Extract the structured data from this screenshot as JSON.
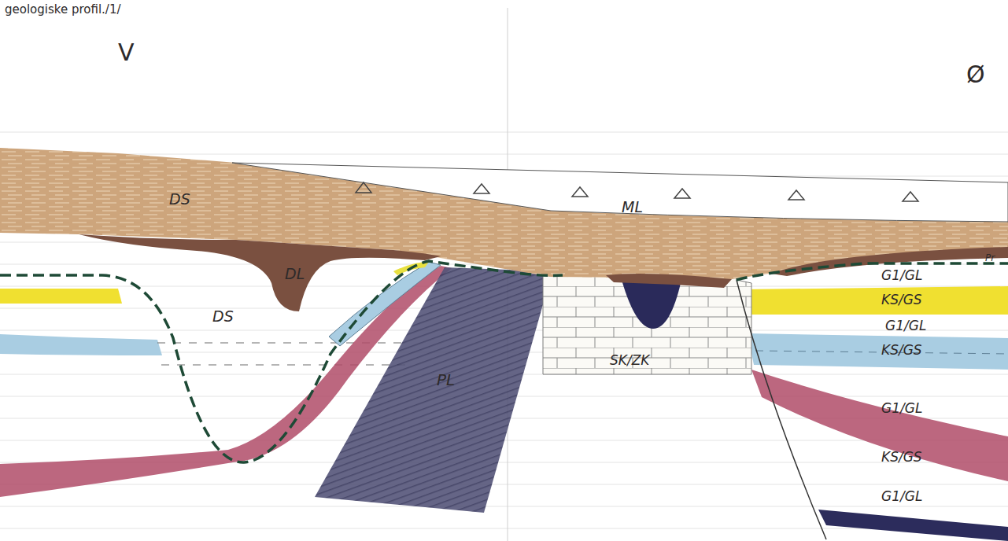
{
  "diagram": {
    "labels": [
      "geologiske profil./1/",
      "V",
      "Ø",
      "DS",
      "ML",
      "DL",
      "G1/GL",
      "KS/GS",
      "DS",
      "G1/GL",
      "KS/GS",
      "PL",
      "SK/ZK",
      "G1/GL",
      "KS/GS",
      "G1/GL",
      "Pr"
    ]
  }
}
